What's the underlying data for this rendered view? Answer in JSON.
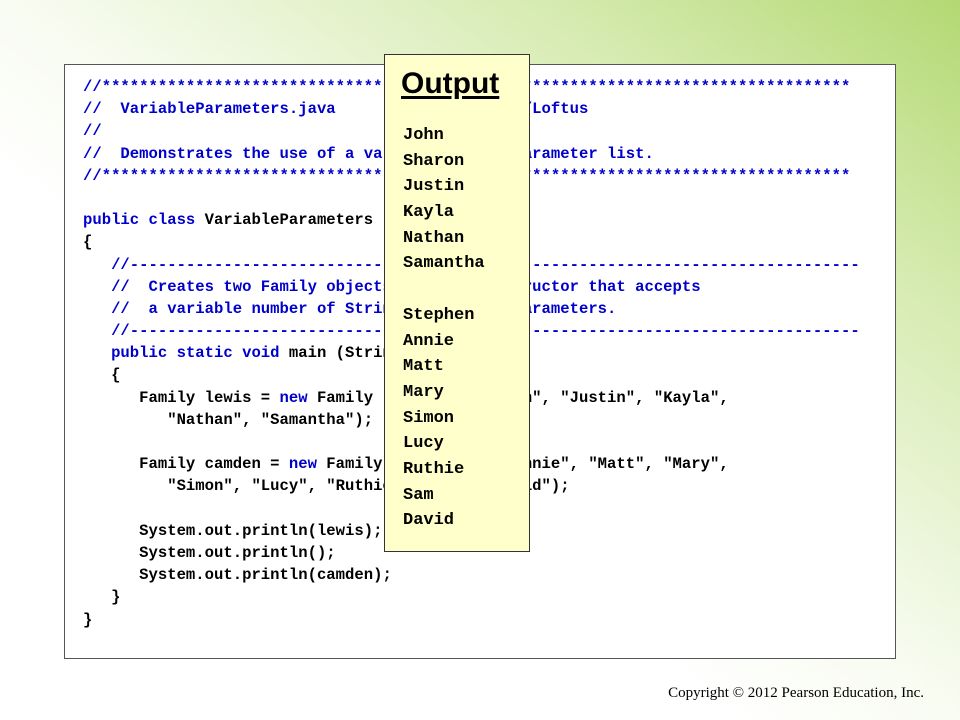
{
  "code_lines": [
    [
      {
        "t": "//********************************************************************************",
        "c": "cm"
      }
    ],
    [
      {
        "t": "//  VariableParameters.java       Author: Lewis/Loftus",
        "c": "cm"
      }
    ],
    [
      {
        "t": "//",
        "c": "cm"
      }
    ],
    [
      {
        "t": "//  Demonstrates the use of a variable length parameter list.",
        "c": "cm"
      }
    ],
    [
      {
        "t": "//********************************************************************************",
        "c": "cm"
      }
    ],
    [
      {
        "t": "",
        "c": "plain"
      }
    ],
    [
      {
        "t": "public class",
        "c": "kw"
      },
      {
        "t": " VariableParameters",
        "c": "plain"
      }
    ],
    [
      {
        "t": "{",
        "c": "plain"
      }
    ],
    [
      {
        "t": "   ",
        "c": "plain"
      },
      {
        "t": "//------------------------------------------------------------------------------",
        "c": "cm"
      }
    ],
    [
      {
        "t": "   ",
        "c": "plain"
      },
      {
        "t": "//  Creates two Family objects using a constructor that accepts",
        "c": "cm"
      }
    ],
    [
      {
        "t": "   ",
        "c": "plain"
      },
      {
        "t": "//  a variable number of String objects as parameters.",
        "c": "cm"
      }
    ],
    [
      {
        "t": "   ",
        "c": "plain"
      },
      {
        "t": "//------------------------------------------------------------------------------",
        "c": "cm"
      }
    ],
    [
      {
        "t": "   ",
        "c": "plain"
      },
      {
        "t": "public static void",
        "c": "kw"
      },
      {
        "t": " main (String[] args)",
        "c": "plain"
      }
    ],
    [
      {
        "t": "   {",
        "c": "plain"
      }
    ],
    [
      {
        "t": "      Family lewis = ",
        "c": "plain"
      },
      {
        "t": "new",
        "c": "kw"
      },
      {
        "t": " Family (\"John\", \"Sharon\", \"Justin\", \"Kayla\",",
        "c": "plain"
      }
    ],
    [
      {
        "t": "         \"Nathan\", \"Samantha\");",
        "c": "plain"
      }
    ],
    [
      {
        "t": "",
        "c": "plain"
      }
    ],
    [
      {
        "t": "      Family camden = ",
        "c": "plain"
      },
      {
        "t": "new",
        "c": "kw"
      },
      {
        "t": " Family (\"Stephen\", \"Annie\", \"Matt\", \"Mary\",",
        "c": "plain"
      }
    ],
    [
      {
        "t": "         \"Simon\", \"Lucy\", \"Ruthie\", \"Sam\", \"David\");",
        "c": "plain"
      }
    ],
    [
      {
        "t": "",
        "c": "plain"
      }
    ],
    [
      {
        "t": "      System.out.println(lewis);",
        "c": "plain"
      }
    ],
    [
      {
        "t": "      System.out.println();",
        "c": "plain"
      }
    ],
    [
      {
        "t": "      System.out.println(camden);",
        "c": "plain"
      }
    ],
    [
      {
        "t": "   }",
        "c": "plain"
      }
    ],
    [
      {
        "t": "}",
        "c": "plain"
      }
    ]
  ],
  "output": {
    "title": "Output",
    "lines": [
      "John",
      "Sharon",
      "Justin",
      "Kayla",
      "Nathan",
      "Samantha",
      "",
      "Stephen",
      "Annie",
      "Matt",
      "Mary",
      "Simon",
      "Lucy",
      "Ruthie",
      "Sam",
      "David"
    ]
  },
  "footer": {
    "copyright": "Copyright © 2012 Pearson Education, Inc."
  },
  "colors": {
    "comment": "#0000cc",
    "keyword": "#0000cc",
    "output_bg": "#ffffcc",
    "slide_accent": "#b4d873"
  }
}
